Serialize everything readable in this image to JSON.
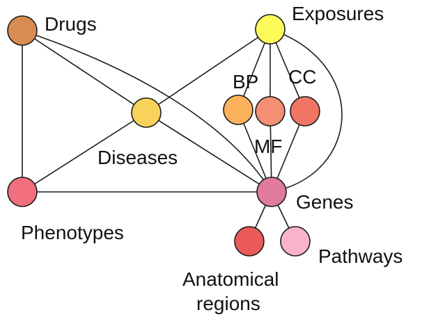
{
  "nodes": {
    "drugs": {
      "label": "Drugs",
      "color": "#d98c52"
    },
    "exposures": {
      "label": "Exposures",
      "color": "#fdfb5a"
    },
    "diseases": {
      "label": "Diseases",
      "color": "#f9d25c"
    },
    "bp": {
      "label": "BP",
      "color": "#fbb25a"
    },
    "mf": {
      "label": "MF",
      "color": "#f48f74"
    },
    "cc": {
      "label": "CC",
      "color": "#f07565"
    },
    "phenotypes": {
      "label": "Phenotypes",
      "color": "#f26f7f"
    },
    "genes": {
      "label": "Genes",
      "color": "#e07b9e"
    },
    "anatomical": {
      "label_line1": "Anatomical",
      "label_line2": "regions",
      "color": "#eb5a5a"
    },
    "pathways": {
      "label": "Pathways",
      "color": "#f9b3cd"
    }
  },
  "edges": [
    [
      "drugs",
      "phenotypes"
    ],
    [
      "drugs",
      "diseases"
    ],
    [
      "drugs",
      "genes"
    ],
    [
      "exposures",
      "diseases"
    ],
    [
      "exposures",
      "bp"
    ],
    [
      "exposures",
      "mf"
    ],
    [
      "exposures",
      "cc"
    ],
    [
      "exposures",
      "genes"
    ],
    [
      "diseases",
      "phenotypes"
    ],
    [
      "diseases",
      "genes"
    ],
    [
      "bp",
      "genes"
    ],
    [
      "mf",
      "genes"
    ],
    [
      "cc",
      "genes"
    ],
    [
      "phenotypes",
      "genes"
    ],
    [
      "genes",
      "anatomical"
    ],
    [
      "genes",
      "pathways"
    ]
  ]
}
